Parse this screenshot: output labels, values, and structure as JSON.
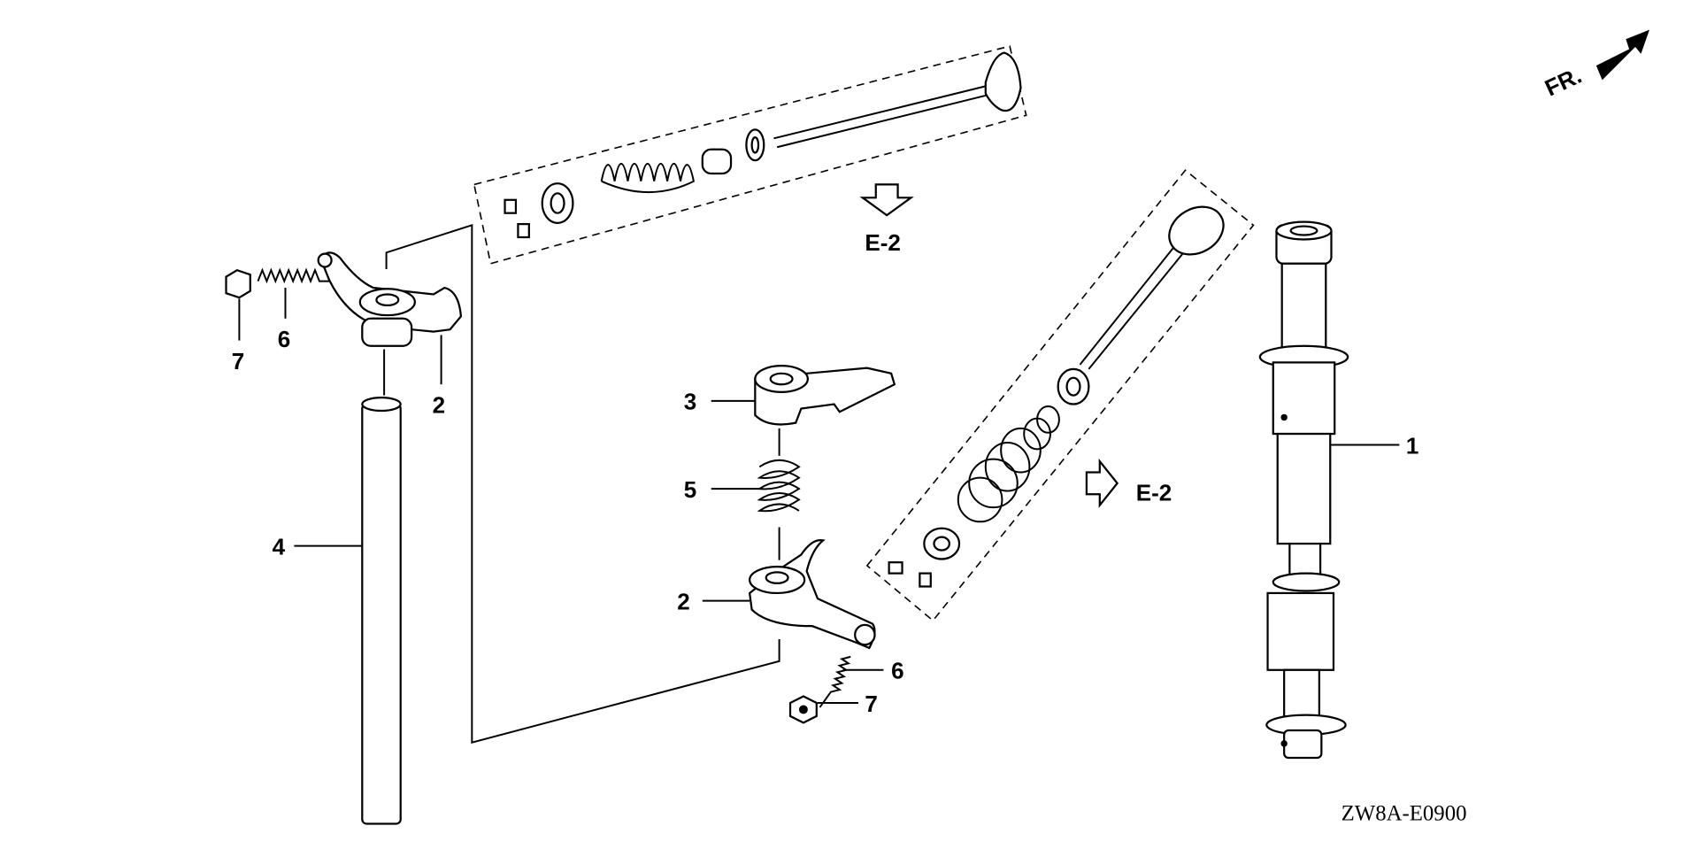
{
  "diagram": {
    "diagram_code": "ZW8A-E0900",
    "direction_label": "FR.",
    "reference_labels": [
      "E-2",
      "E-2"
    ],
    "callouts": {
      "camshaft": "1",
      "rocker_arm_upper": "2",
      "rocker_arm_lower": "2",
      "rocker_arm_3": "3",
      "rocker_shaft": "4",
      "spring": "5",
      "adjusting_screw_upper": "6",
      "adjusting_screw_lower": "6",
      "nut_upper": "7",
      "nut_lower": "7"
    }
  }
}
